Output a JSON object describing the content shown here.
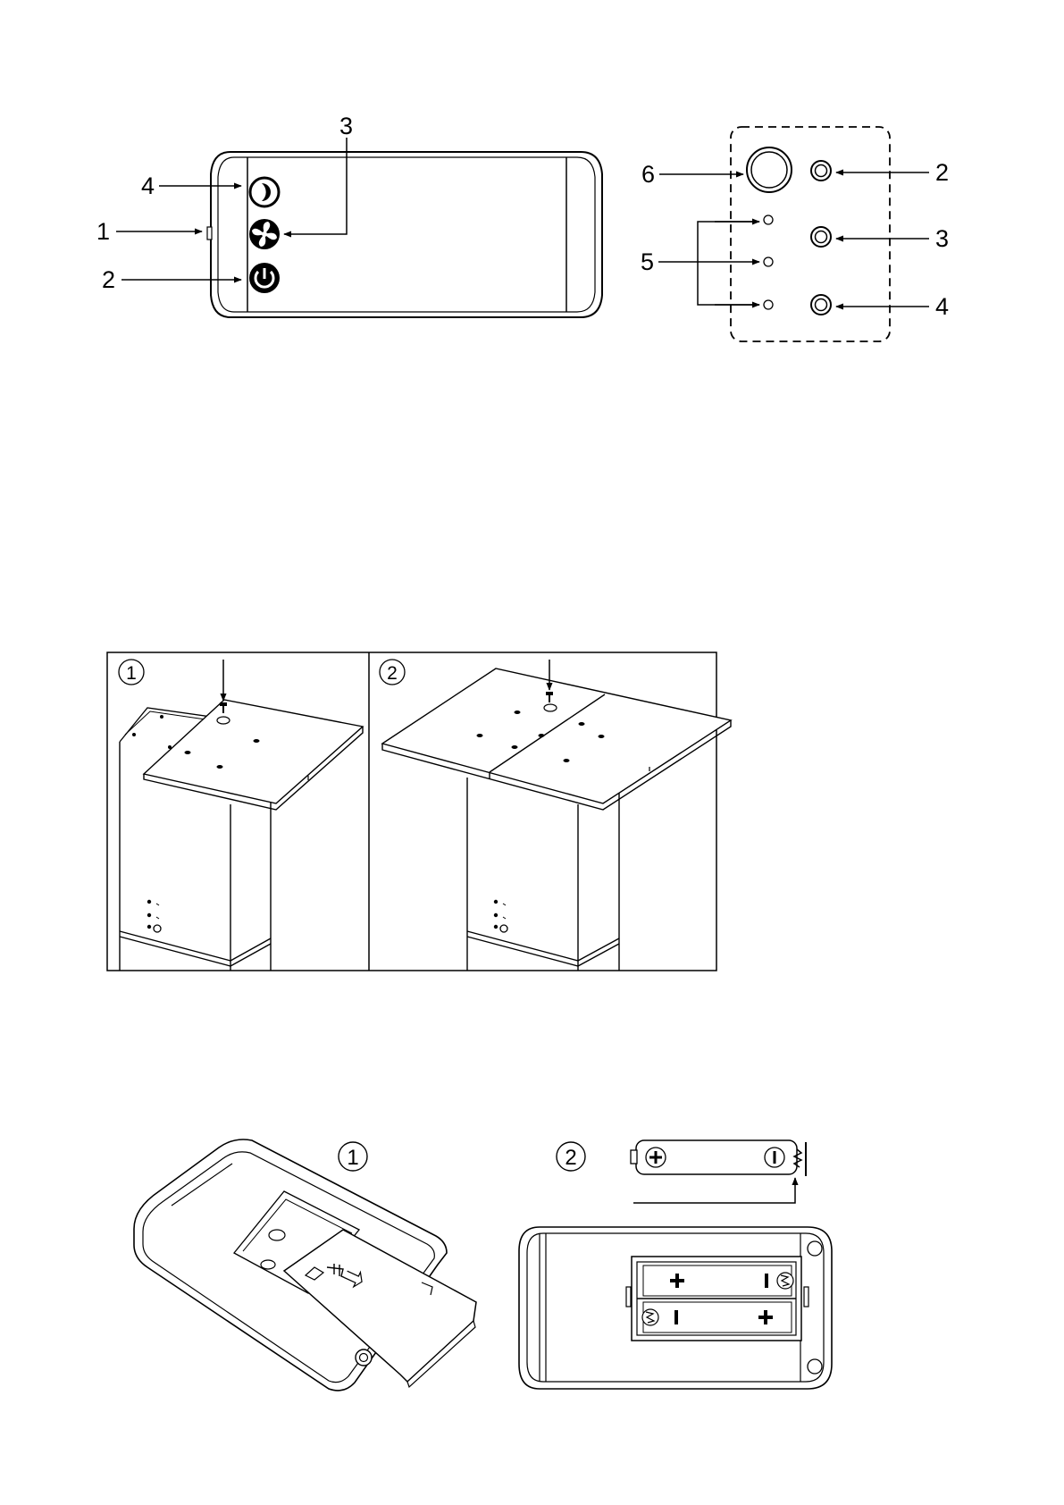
{
  "remote_front": {
    "callouts": {
      "c1": "1",
      "c2": "2",
      "c3": "3",
      "c4": "4"
    },
    "icons": [
      "moon-icon",
      "fan-icon",
      "power-icon"
    ]
  },
  "control_panel": {
    "callouts": {
      "c6": "6",
      "c5": "5",
      "c2": "2",
      "c3": "3",
      "c4": "4"
    }
  },
  "assembly": {
    "step1": "1",
    "step2": "2"
  },
  "battery": {
    "step1": "1",
    "step2": "2",
    "plus": "+",
    "minus": "-"
  }
}
